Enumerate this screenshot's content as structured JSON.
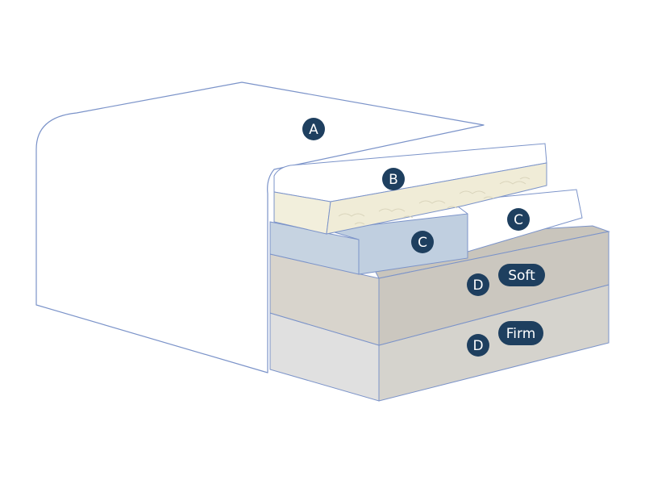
{
  "colors": {
    "outline": "#7b93c9",
    "badge_fill": "#1e3f5f",
    "badge_text": "#ffffff",
    "cover": "#ffffff",
    "topper_top": "#ffffff",
    "topper_fill": "#f2efdc",
    "comfort_blue": "#c6d3e1",
    "comfort_white": "#ffffff",
    "soft_layer": "#d8d4cc",
    "firm_layer": "#e3e3e3"
  },
  "labels": {
    "a": "A",
    "b": "B",
    "c_left": "C",
    "c_right": "C",
    "d_soft": "D",
    "d_firm": "D",
    "soft": "Soft",
    "firm": "Firm"
  }
}
